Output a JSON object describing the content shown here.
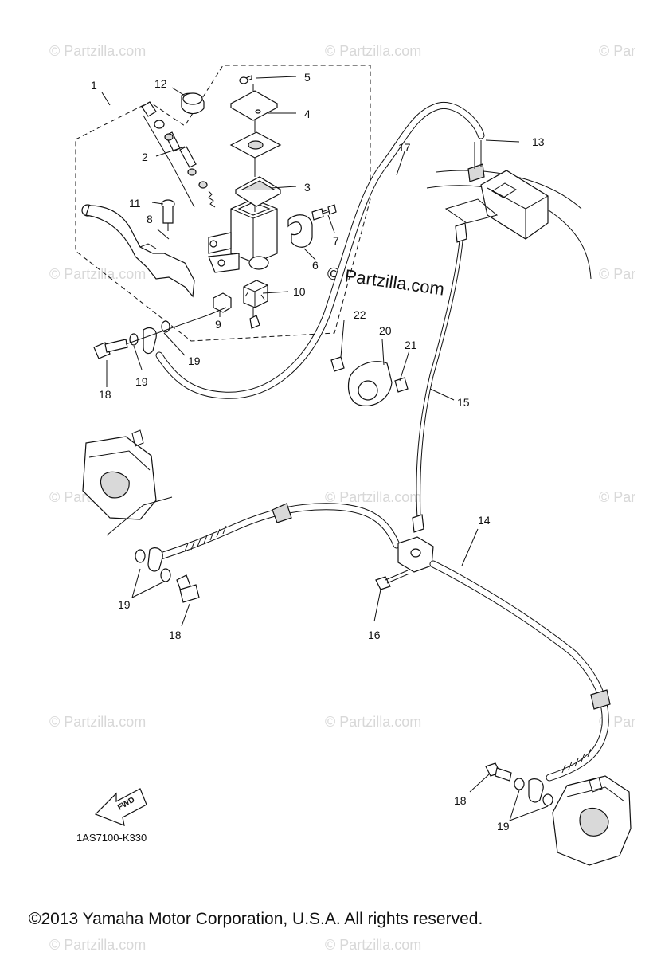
{
  "diagram": {
    "copyright": "©2013  Yamaha Motor Corporation, U.S.A. All rights reserved.",
    "diagram_code": "1AS7100-K330",
    "fwd_label": "FWD",
    "center_watermark": "© Partzilla.com",
    "watermark_text": "© Partzilla.com",
    "watermark_partial": "© Par",
    "callouts": {
      "c1": "1",
      "c2": "2",
      "c3": "3",
      "c4": "4",
      "c5": "5",
      "c6": "6",
      "c7": "7",
      "c8": "8",
      "c9": "9",
      "c10": "10",
      "c11": "11",
      "c12": "12",
      "c13": "13",
      "c14": "14",
      "c15": "15",
      "c16": "16",
      "c17": "17",
      "c18a": "18",
      "c18b": "18",
      "c18c": "18",
      "c19a": "19",
      "c19b": "19",
      "c19c": "19",
      "c19d": "19",
      "c20": "20",
      "c21": "21",
      "c22": "22"
    }
  }
}
